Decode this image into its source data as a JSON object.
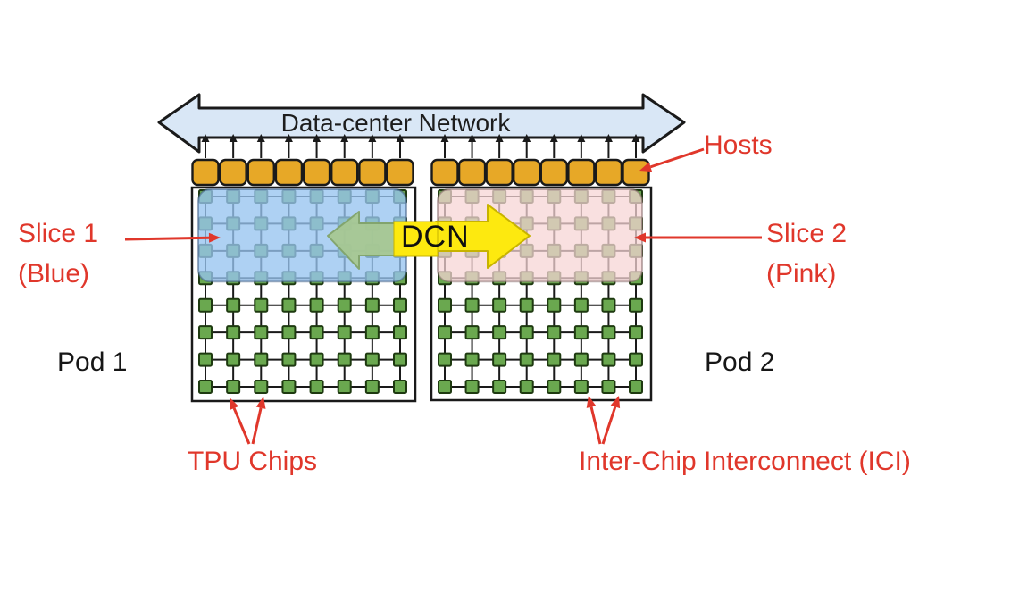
{
  "network_banner": {
    "label": "Data-center Network"
  },
  "dcn": {
    "label": "DCN"
  },
  "pods": [
    {
      "id": "pod-1",
      "label": "Pod 1",
      "slice": "blue"
    },
    {
      "id": "pod-2",
      "label": "Pod 2",
      "slice": "pink"
    }
  ],
  "grid": {
    "rows": 8,
    "cols": 8,
    "hosts_per_pod": 8,
    "slice_rows": 4
  },
  "annotations": {
    "slice1_line1": "Slice 1",
    "slice1_line2": "(Blue)",
    "slice2_line1": "Slice 2",
    "slice2_line2": "(Pink)",
    "hosts": "Hosts",
    "tpu_chips": "TPU Chips",
    "ici": "Inter-Chip Interconnect (ICI)"
  },
  "colors": {
    "network_arrow_fill": "#d9e7f6",
    "outline_black": "#1a1a1a",
    "host_fill": "#e7a827",
    "chip_fill": "#6aa84f",
    "chip_border": "#1e3a10",
    "slice_blue_fill": "rgba(151,196,240,0.78)",
    "slice_blue_border": "rgba(68,96,134,0.55)",
    "slice_pink_fill": "rgba(247,213,213,0.74)",
    "slice_pink_border": "rgba(136,110,110,0.55)",
    "dcn_green_fill": "#a7c893",
    "dcn_green_border": "#82a469",
    "dcn_yellow_fill": "#fde90f",
    "dcn_yellow_border": "#c7b300",
    "annotation_red": "#e0372b"
  }
}
